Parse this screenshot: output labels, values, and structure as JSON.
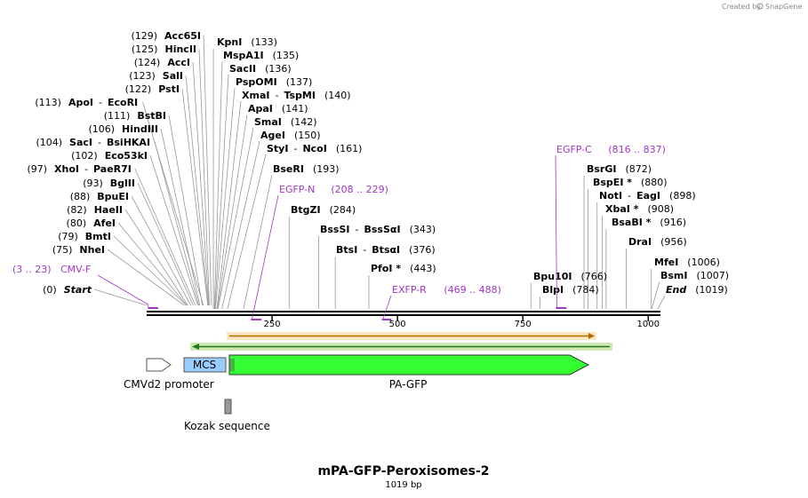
{
  "credit": {
    "text": "Created by",
    "brand": "SnapGene"
  },
  "map": {
    "title": "mPA-GFP-Peroxisomes-2",
    "length_label": "1019 bp",
    "length_bp": 1019
  },
  "ruler_ticks": [
    "250",
    "500",
    "750",
    "1000"
  ],
  "sites": [
    {
      "pos": "(0)",
      "name": "Start",
      "italic": true
    },
    {
      "pos": "(75)",
      "name": "NheI"
    },
    {
      "pos": "(79)",
      "name": "BmtI"
    },
    {
      "pos": "(80)",
      "name": "AfeI"
    },
    {
      "pos": "(82)",
      "name": "HaeII"
    },
    {
      "pos": "(88)",
      "name": "BpuEI"
    },
    {
      "pos": "(93)",
      "name": "BglII"
    },
    {
      "pos": "(97)",
      "name": "XhoI",
      "name2": "PaeR7I"
    },
    {
      "pos": "(102)",
      "name": "Eco53kI"
    },
    {
      "pos": "(104)",
      "name": "SacI",
      "name2": "BsiHKAI"
    },
    {
      "pos": "(106)",
      "name": "HindIII"
    },
    {
      "pos": "(111)",
      "name": "BstBI"
    },
    {
      "pos": "(113)",
      "name": "ApoI",
      "name2": "EcoRI"
    },
    {
      "pos": "(122)",
      "name": "PstI"
    },
    {
      "pos": "(123)",
      "name": "SalI"
    },
    {
      "pos": "(124)",
      "name": "AccI"
    },
    {
      "pos": "(125)",
      "name": "HincII"
    },
    {
      "pos": "(129)",
      "name": "Acc65I"
    },
    {
      "pos": "(133)",
      "name": "KpnI"
    },
    {
      "pos": "(135)",
      "name": "MspA1I"
    },
    {
      "pos": "(136)",
      "name": "SacII"
    },
    {
      "pos": "(137)",
      "name": "PspOMI"
    },
    {
      "pos": "(140)",
      "name": "XmaI",
      "name2": "TspMI"
    },
    {
      "pos": "(141)",
      "name": "ApaI"
    },
    {
      "pos": "(142)",
      "name": "SmaI"
    },
    {
      "pos": "(150)",
      "name": "AgeI"
    },
    {
      "pos": "(161)",
      "name": "StyI",
      "name2": "NcoI"
    },
    {
      "pos": "(193)",
      "name": "BseRI"
    },
    {
      "pos": "(284)",
      "name": "BtgZI"
    },
    {
      "pos": "(343)",
      "name": "BssSI",
      "name2": "BssSαI"
    },
    {
      "pos": "(376)",
      "name": "BtsI",
      "name2": "BtsαI"
    },
    {
      "pos": "(443)",
      "name": "PfoI *"
    },
    {
      "pos": "(766)",
      "name": "Bpu10I"
    },
    {
      "pos": "(784)",
      "name": "BlpI"
    },
    {
      "pos": "(872)",
      "name": "BsrGI"
    },
    {
      "pos": "(880)",
      "name": "BspEI *"
    },
    {
      "pos": "(898)",
      "name": "NotI",
      "name2": "EagI"
    },
    {
      "pos": "(908)",
      "name": "XbaI *"
    },
    {
      "pos": "(916)",
      "name": "BsaBI *"
    },
    {
      "pos": "(956)",
      "name": "DraI"
    },
    {
      "pos": "(1006)",
      "name": "MfeI"
    },
    {
      "pos": "(1007)",
      "name": "BsmI"
    },
    {
      "pos": "(1019)",
      "name": "End",
      "italic": true
    }
  ],
  "primers": [
    {
      "name": "CMV-F",
      "range": "(3 .. 23)"
    },
    {
      "name": "EGFP-N",
      "range": "(208 .. 229)"
    },
    {
      "name": "EXFP-R",
      "range": "(469 .. 488)"
    },
    {
      "name": "EGFP-C",
      "range": "(816 .. 837)"
    }
  ],
  "features": [
    {
      "name": "CMVd2 promoter",
      "color": "#ffffff"
    },
    {
      "name": "MCS",
      "color": "#99ccff"
    },
    {
      "name": "PA-GFP",
      "color": "#33ff33"
    },
    {
      "name": "Kozak sequence",
      "color": "#999999"
    }
  ],
  "colors": {
    "primer": "#a335c9",
    "orf": "#f5a623",
    "orf_back": "#33aa33",
    "backbone": "#000000"
  }
}
